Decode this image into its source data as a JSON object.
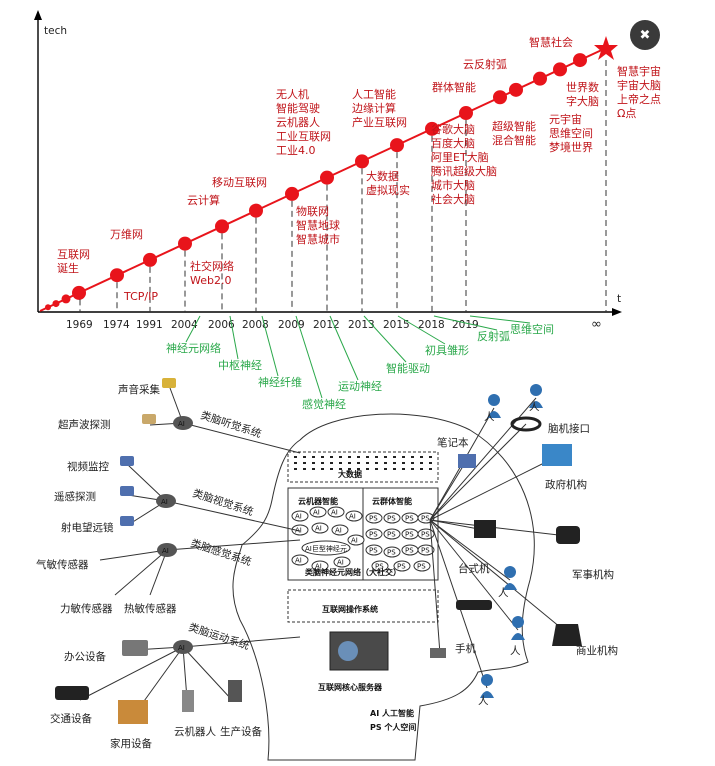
{
  "axes": {
    "y_label": "tech",
    "x_label": "t",
    "infinity": "∞"
  },
  "years": [
    "1969",
    "1974",
    "1991",
    "2004",
    "2006",
    "2008",
    "2009",
    "2012",
    "2013",
    "2015",
    "2018",
    "2019"
  ],
  "milestones": [
    {
      "lines": [
        "互联网",
        "诞生"
      ]
    },
    {
      "lines": [
        "TCP/IP"
      ]
    },
    {
      "lines": [
        "万维网"
      ]
    },
    {
      "lines": [
        "社交网络",
        "Web2.0"
      ]
    },
    {
      "lines": [
        "云计算"
      ]
    },
    {
      "lines": [
        "移动互联网"
      ]
    },
    {
      "lines": [
        "物联网",
        "智慧地球",
        "智慧城市"
      ]
    },
    {
      "lines": [
        "无人机",
        "智能驾驶",
        "云机器人",
        "工业互联网",
        "工业4.0"
      ]
    },
    {
      "lines": [
        "大数据",
        "虚拟现实"
      ]
    },
    {
      "lines": [
        "人工智能",
        "边缘计算",
        "产业互联网"
      ]
    },
    {
      "lines": [
        "谷歌大脑",
        "百度大脑",
        "阿里ET大脑",
        "腾讯超级大脑",
        "城市大脑",
        "社会大脑"
      ]
    },
    {
      "lines": [
        "群体智能"
      ]
    },
    {
      "lines": [
        "超级智能",
        "混合智能"
      ]
    },
    {
      "lines": [
        "云反射弧"
      ]
    },
    {
      "lines": [
        "元宇宙",
        "思维空间",
        "梦境世界"
      ]
    },
    {
      "lines": [
        "智慧社会"
      ]
    },
    {
      "lines": [
        "世界数",
        "字大脑"
      ]
    },
    {
      "lines": [
        "智慧宇宙",
        "宇宙大脑",
        "上帝之点",
        "Ω点"
      ]
    }
  ],
  "brain_stages": [
    "神经元网络",
    "中枢神经",
    "神经纤维",
    "感觉神经",
    "运动神经",
    "智能驱动",
    "初具雏形",
    "反射弧",
    "思维空间"
  ],
  "left_inputs": [
    "声音采集",
    "超声波探测",
    "视频监控",
    "遥感探测",
    "射电望远镜",
    "气敏传感器",
    "力敏传感器",
    "热敏传感器",
    "办公设备",
    "交通设备",
    "家用设备",
    "云机器人",
    "生产设备"
  ],
  "ai_label": "AI",
  "systems": [
    "类脑听觉系统",
    "类脑视觉系统",
    "类脑感觉系统",
    "类脑运动系统"
  ],
  "head": {
    "big_data": "大数据",
    "cloud_robot": "云机器智能",
    "cloud_group": "云群体智能",
    "ai_neuron": "AI巨型神经元",
    "neural_net": "类脑神经元网络（大社交）",
    "os": "互联网操作系统",
    "core": "互联网核心服务器",
    "ps": "PS"
  },
  "right_items": [
    "人",
    "人",
    "笔记本",
    "脑机接口",
    "政府机构",
    "台式机",
    "人",
    "军事机构",
    "人",
    "手机",
    "商业机构",
    "人"
  ],
  "legend": {
    "ai": "AI  人工智能",
    "ps": "PS  个人空间"
  },
  "colors": {
    "red": "#e8141b",
    "green": "#2aa84a",
    "blue": "#2f6fb0"
  }
}
